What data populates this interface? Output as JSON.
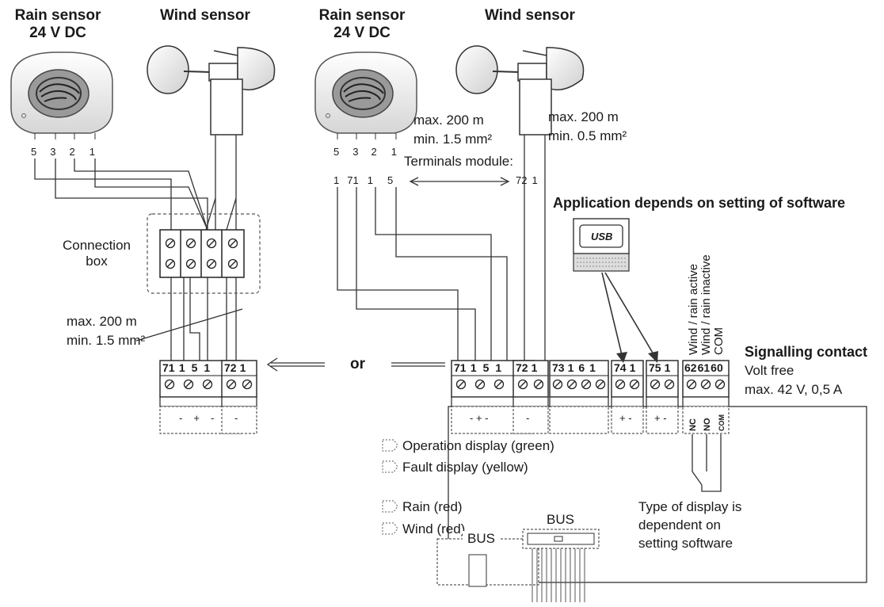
{
  "left": {
    "rain_title": "Rain sensor",
    "rain_voltage": "24 V DC",
    "wind_title": "Wind sensor",
    "rain_pins": [
      "5",
      "3",
      "2",
      "1"
    ],
    "connection_box_line1": "Connection",
    "connection_box_line2": "box",
    "cable_length": "max. 200 m",
    "cable_section": "min. 1.5 mm²",
    "terminal_a_numbers": [
      "71",
      "1",
      "5",
      "1"
    ],
    "terminal_b_numbers": [
      "72",
      "1"
    ],
    "polarity_a": [
      "-",
      "+",
      "-"
    ],
    "polarity_b": [
      "-"
    ]
  },
  "or_label": "or",
  "right": {
    "rain_title": "Rain sensor",
    "rain_voltage": "24 V DC",
    "wind_title": "Wind sensor",
    "rain_pins": [
      "5",
      "3",
      "2",
      "1"
    ],
    "module_pins": [
      "1",
      "71",
      "1",
      "5"
    ],
    "wind_module_pins": [
      "72",
      "1"
    ],
    "rain_cable_length": "max. 200 m",
    "rain_cable_section": "min. 1.5 mm²",
    "wind_cable_length": "max. 200 m",
    "wind_cable_section": "min. 0.5 mm²",
    "terminals_module": "Terminals module:",
    "software_note": "Application depends on setting of software",
    "usb_label": "USB",
    "terminal_numbers": [
      "71",
      "1",
      "5",
      "1",
      "72",
      "1",
      "73",
      "1",
      "6",
      "1",
      "74",
      "1",
      "75",
      "1",
      "62",
      "61",
      "60"
    ],
    "rotated_labels": [
      "Wind / rain active",
      "Wind / rain inactive",
      "COM"
    ],
    "contact_labels": [
      "NC",
      "NO",
      "COM"
    ],
    "signalling_title": "Signalling contact",
    "signalling_line1": "Volt free",
    "signalling_line2": "max. 42 V, 0,5 A",
    "leds": [
      "Operation display (green)",
      "Fault display (yellow)",
      "Rain (red)",
      "Wind (red)"
    ],
    "bus_label_top": "BUS",
    "bus_label_bottom": "BUS",
    "display_note_line1": "Type of display is",
    "display_note_line2": "dependent on",
    "display_note_line3": "setting software"
  }
}
